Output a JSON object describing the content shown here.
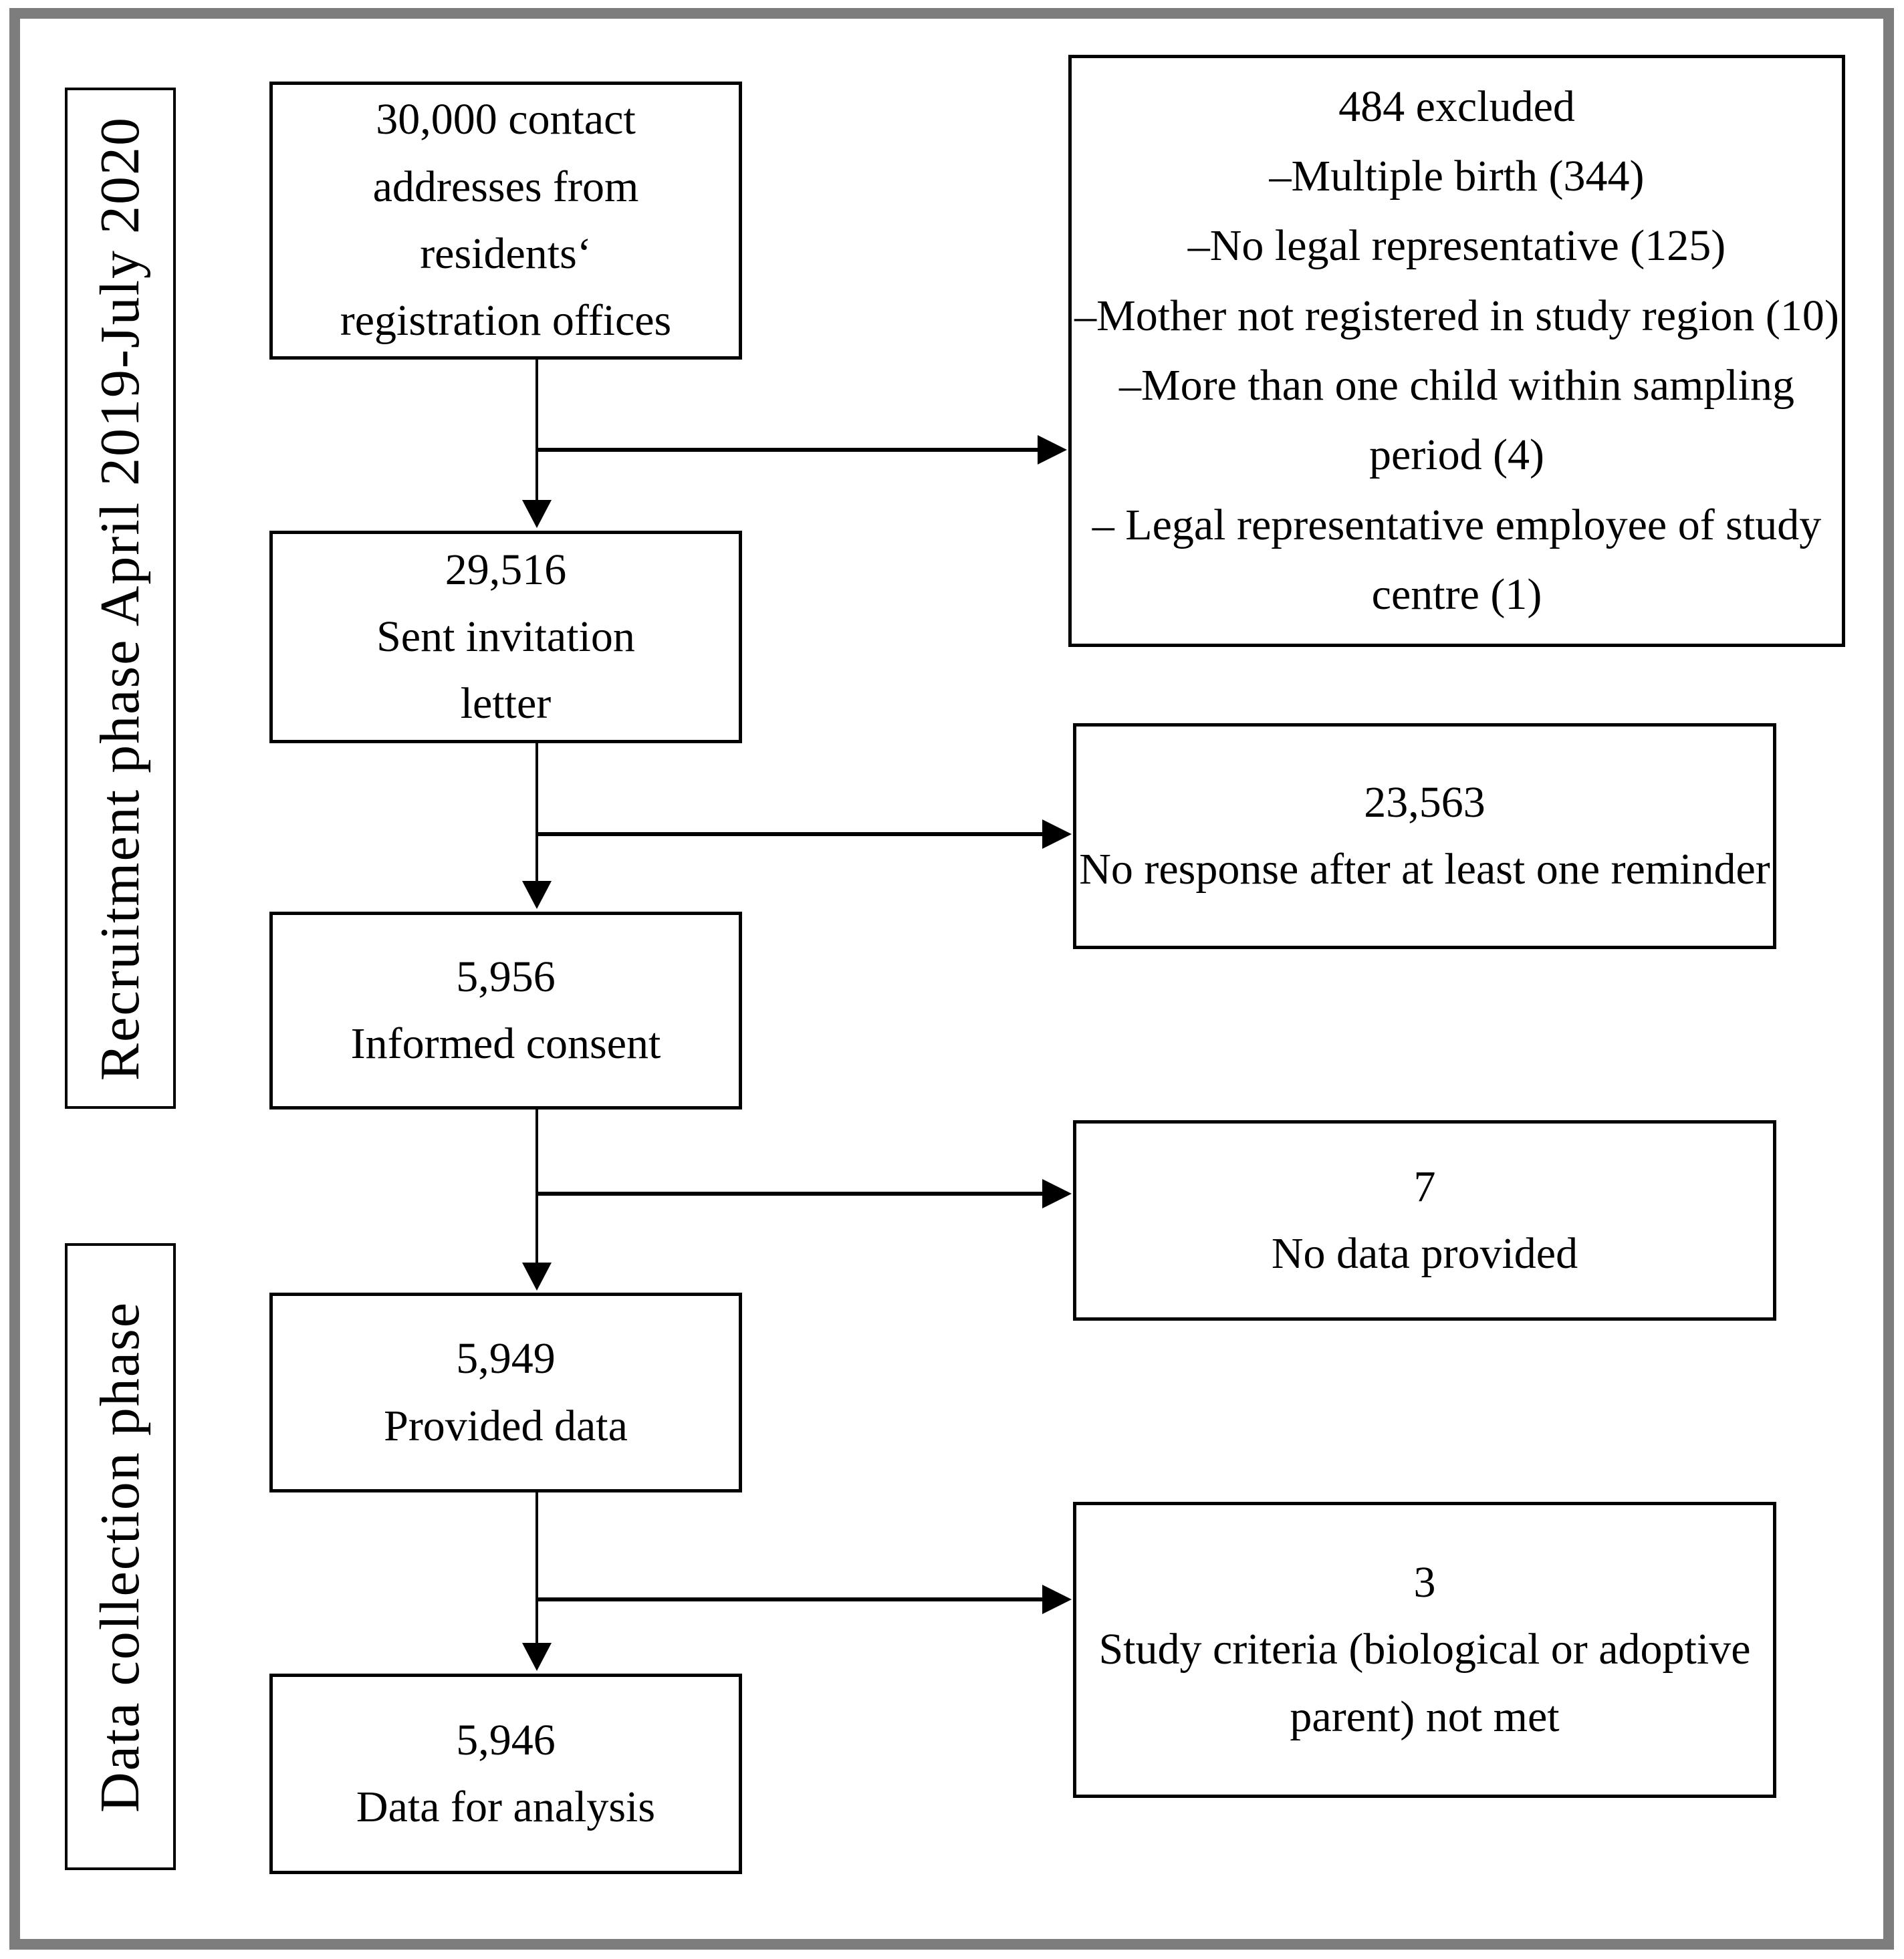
{
  "diagram": {
    "phases": [
      {
        "label": "Recruitment phase April 2019-July 2020"
      },
      {
        "label": "Data collection phase"
      }
    ],
    "flow": [
      {
        "lines": [
          "30,000 contact",
          "addresses from",
          "residents‘",
          "registration  offices"
        ]
      },
      {
        "lines": [
          "29,516",
          "Sent invitation",
          "letter"
        ]
      },
      {
        "lines": [
          "5,956",
          "Informed consent"
        ]
      },
      {
        "lines": [
          "5,949",
          "Provided data"
        ]
      },
      {
        "lines": [
          "5,946",
          "Data for analysis"
        ]
      }
    ],
    "exclusions": [
      {
        "lines": [
          "484 excluded",
          "–Multiple  birth (344)",
          "–No legal  representative  (125)",
          "–Mother  not registered  in  study region  (10)",
          "–More  than  one  child  within sampling  period (4)",
          "– Legal  representative  employee of study centre  (1)"
        ]
      },
      {
        "lines": [
          "23,563",
          "No response after at least  one reminder"
        ]
      },
      {
        "lines": [
          "7",
          "No data provided"
        ]
      },
      {
        "lines": [
          "3",
          "Study criteria  (biological  or adoptive parent) not met"
        ]
      }
    ],
    "colors": {
      "outer_border": "#7d7d7d",
      "box_border": "#000000",
      "text": "#000000",
      "background": "#ffffff"
    }
  }
}
